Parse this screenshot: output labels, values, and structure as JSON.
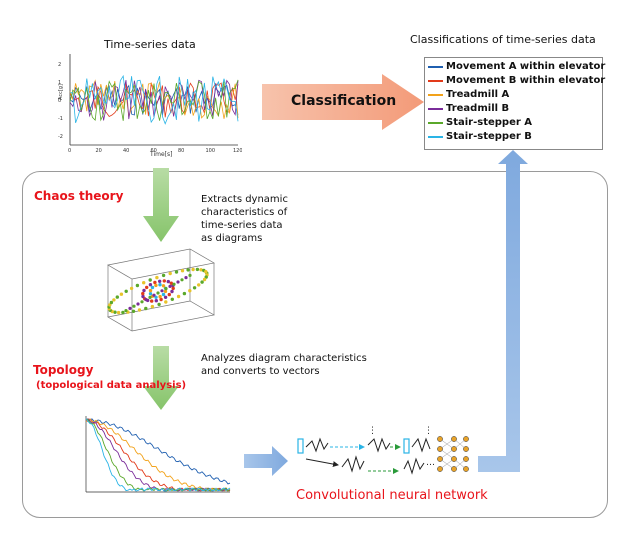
{
  "top": {
    "timeseries_title": "Time-series data",
    "classifications_title": "Classifications of time-series data",
    "classification_label": "Classification"
  },
  "axis": {
    "xlabel": "Time[s]",
    "ylabel": "Acc[g]",
    "xticks": [
      "0",
      "20",
      "40",
      "60",
      "80",
      "100",
      "120"
    ],
    "yticks": [
      "2",
      "1",
      "0",
      "-1",
      "-2"
    ]
  },
  "legend": {
    "items": [
      {
        "label": "Movement A within elevator",
        "color": "#1f5fb0"
      },
      {
        "label": "Movement B within elevator",
        "color": "#e23a1a"
      },
      {
        "label": "Treadmill A",
        "color": "#f2a21a"
      },
      {
        "label": "Treadmill B",
        "color": "#7a2c9a"
      },
      {
        "label": "Stair-stepper A",
        "color": "#5aa82a"
      },
      {
        "label": "Stair-stepper B",
        "color": "#2ab4e6"
      }
    ]
  },
  "steps": {
    "chaos_title": "Chaos theory",
    "chaos_desc_1": "Extracts dynamic",
    "chaos_desc_2": "characteristics of",
    "chaos_desc_3": "time-series data",
    "chaos_desc_4": "as diagrams",
    "topology_title": "Topology",
    "topology_subtitle": "(topological data analysis)",
    "topology_desc_1": "Analyzes diagram characteristics",
    "topology_desc_2": "and converts to vectors",
    "cnn_label": "Convolutional neural network"
  },
  "colors": {
    "arrow_orange": "#f4a07e",
    "arrow_green": "#98cf7f",
    "arrow_blue": "#8fb5e3",
    "accent_red": "#e8141b"
  }
}
